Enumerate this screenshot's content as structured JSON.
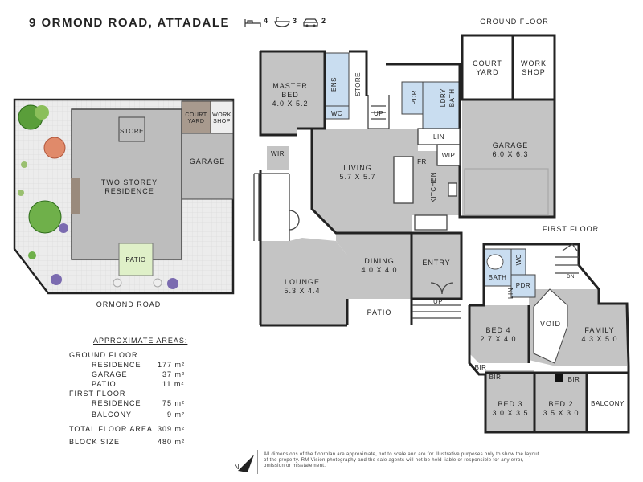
{
  "title": "9 ORMOND ROAD, ATTADALE",
  "features": {
    "bed": "4",
    "bath": "3",
    "car": "2",
    "bed_icon": "bed-icon",
    "bath_icon": "bathtub-icon",
    "car_icon": "car-icon"
  },
  "site_plan": {
    "street": "ORMOND ROAD",
    "labels": {
      "residence": "TWO STOREY\nRESIDENCE",
      "store": "STORE",
      "courtyard": "COURT\nYARD",
      "workshop": "WORK\nSHOP",
      "garage": "GARAGE",
      "patio": "PATIO"
    }
  },
  "ground_floor": {
    "heading": "GROUND FLOOR",
    "rooms": {
      "master_bed": "MASTER\nBED\n4.0 X 5.2",
      "ens": "ENS",
      "wc": "WC",
      "store": "STORE",
      "pdr": "PDR",
      "ldry_bath": "LDRY\nBATH",
      "wir": "WIR",
      "living": "LIVING\n5.7 X 5.7",
      "fr": "FR",
      "kitchen": "KITCHEN",
      "lin": "LIN",
      "wip": "WIP",
      "up": "UP",
      "up2": "UP",
      "courtyard": "COURT\nYARD",
      "workshop": "WORK\nSHOP",
      "garage": "GARAGE\n6.0 X 6.3",
      "dining": "DINING\n4.0 X 4.0",
      "entry": "ENTRY",
      "lounge": "LOUNGE\n5.3 X 4.4",
      "patio": "PATIO"
    }
  },
  "first_floor": {
    "heading": "FIRST FLOOR",
    "rooms": {
      "bath": "BATH",
      "wc": "WC",
      "pdr": "PDR",
      "lin": "LIN",
      "dn": "DN",
      "bed4": "BED 4\n2.7 X 4.0",
      "void": "VOID",
      "family": "FAMILY\n4.3 X 5.0",
      "bir1": "BIR",
      "bir2": "BIR",
      "bir3": "BIR",
      "bed3": "BED 3\n3.0 X 3.5",
      "bed2": "BED 2\n3.5 X 3.0",
      "balcony": "BALCONY"
    }
  },
  "areas": {
    "heading": "APPROXIMATE AREAS:",
    "ground_floor": "GROUND FLOOR",
    "gf_residence": "RESIDENCE",
    "gf_residence_val": "177 m²",
    "gf_garage": "GARAGE",
    "gf_garage_val": "37 m²",
    "gf_patio": "PATIO",
    "gf_patio_val": "11 m²",
    "first_floor": "FIRST FLOOR",
    "ff_residence": "RESIDENCE",
    "ff_residence_val": "75 m²",
    "ff_balcony": "BALCONY",
    "ff_balcony_val": "9 m²",
    "total_label": "TOTAL FLOOR AREA",
    "total_val": "309 m²",
    "block_label": "BLOCK SIZE",
    "block_val": "480 m²"
  },
  "north": "N",
  "disclaimer": "All dimensions of the floorplan are approximate, not to scale and are for illustrative purposes only to show the layout of the property. RM Vision photography and the sale agents will not be held liable or responsible for any error, omission or misstatement."
}
